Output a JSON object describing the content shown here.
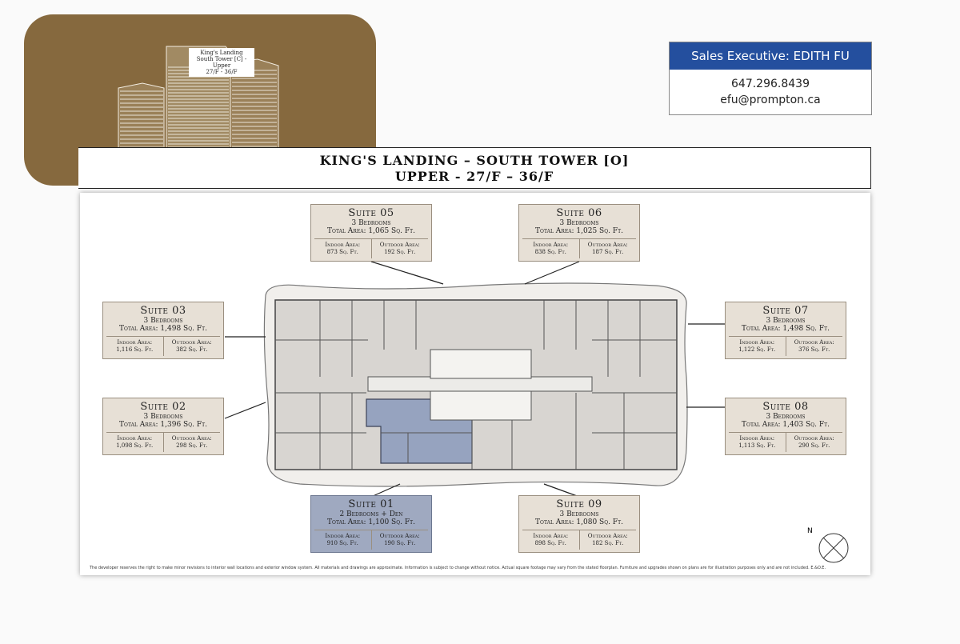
{
  "hero": {
    "label_line1": "King's Landing",
    "label_line2": "South Tower [C] - Upper",
    "label_line3": "27/F - 36/F"
  },
  "sales": {
    "header": "Sales Executive: EDITH FU",
    "phone": "647.296.8439",
    "email": "efu@prompton.ca"
  },
  "title": {
    "line1": "KING'S LANDING – SOUTH TOWER [O]",
    "line2": "UPPER - 27/F – 36/F"
  },
  "colors": {
    "hero_bg": "#86693e",
    "sales_header": "#244f9e",
    "suite_card": "#e7e0d6",
    "selected_suite": "#9fa9c0"
  },
  "suites": [
    {
      "id": "s05",
      "name": "Suite 05",
      "bedrooms": "3 Bedrooms",
      "total": "Total Area: 1,065 Sq. Ft.",
      "indoor": "Indoor Area:",
      "indoor_val": "873 Sq. Ft.",
      "outdoor": "Outdoor Area:",
      "outdoor_val": "192 Sq. Ft."
    },
    {
      "id": "s06",
      "name": "Suite 06",
      "bedrooms": "3 Bedrooms",
      "total": "Total Area: 1,025 Sq. Ft.",
      "indoor": "Indoor Area:",
      "indoor_val": "838 Sq. Ft.",
      "outdoor": "Outdoor Area:",
      "outdoor_val": "187 Sq. Ft."
    },
    {
      "id": "s03",
      "name": "Suite 03",
      "bedrooms": "3 Bedrooms",
      "total": "Total Area: 1,498 Sq. Ft.",
      "indoor": "Indoor Area:",
      "indoor_val": "1,116 Sq. Ft.",
      "outdoor": "Outdoor Area:",
      "outdoor_val": "382 Sq. Ft."
    },
    {
      "id": "s07",
      "name": "Suite 07",
      "bedrooms": "3 Bedrooms",
      "total": "Total Area: 1,498 Sq. Ft.",
      "indoor": "Indoor Area:",
      "indoor_val": "1,122 Sq. Ft.",
      "outdoor": "Outdoor Area:",
      "outdoor_val": "376 Sq. Ft."
    },
    {
      "id": "s02",
      "name": "Suite 02",
      "bedrooms": "3 Bedrooms",
      "total": "Total Area: 1,396 Sq. Ft.",
      "indoor": "Indoor Area:",
      "indoor_val": "1,098 Sq. Ft.",
      "outdoor": "Outdoor Area:",
      "outdoor_val": "298 Sq. Ft."
    },
    {
      "id": "s08",
      "name": "Suite 08",
      "bedrooms": "3 Bedrooms",
      "total": "Total Area: 1,403 Sq. Ft.",
      "indoor": "Indoor Area:",
      "indoor_val": "1,113 Sq. Ft.",
      "outdoor": "Outdoor Area:",
      "outdoor_val": "290 Sq. Ft."
    },
    {
      "id": "s01",
      "name": "Suite 01",
      "bedrooms": "2 Bedrooms + Den",
      "total": "Total Area: 1,100 Sq. Ft.",
      "indoor": "Indoor Area:",
      "indoor_val": "910 Sq. Ft.",
      "outdoor": "Outdoor Area:",
      "outdoor_val": "190 Sq. Ft."
    },
    {
      "id": "s09",
      "name": "Suite 09",
      "bedrooms": "3 Bedrooms",
      "total": "Total Area: 1,080 Sq. Ft.",
      "indoor": "Indoor Area:",
      "indoor_val": "898 Sq. Ft.",
      "outdoor": "Outdoor Area:",
      "outdoor_val": "182 Sq. Ft."
    }
  ],
  "compass": {
    "label": "N"
  },
  "disclaimer": "The developer reserves the right to make minor revisions to interior wall locations and exterior window system. All materials and drawings are approximate. Information is subject to change without notice. Actual square footage may vary from the stated floorplan. Furniture and upgrades shown on plans are for illustration purposes only and are not included. E.&O.E."
}
